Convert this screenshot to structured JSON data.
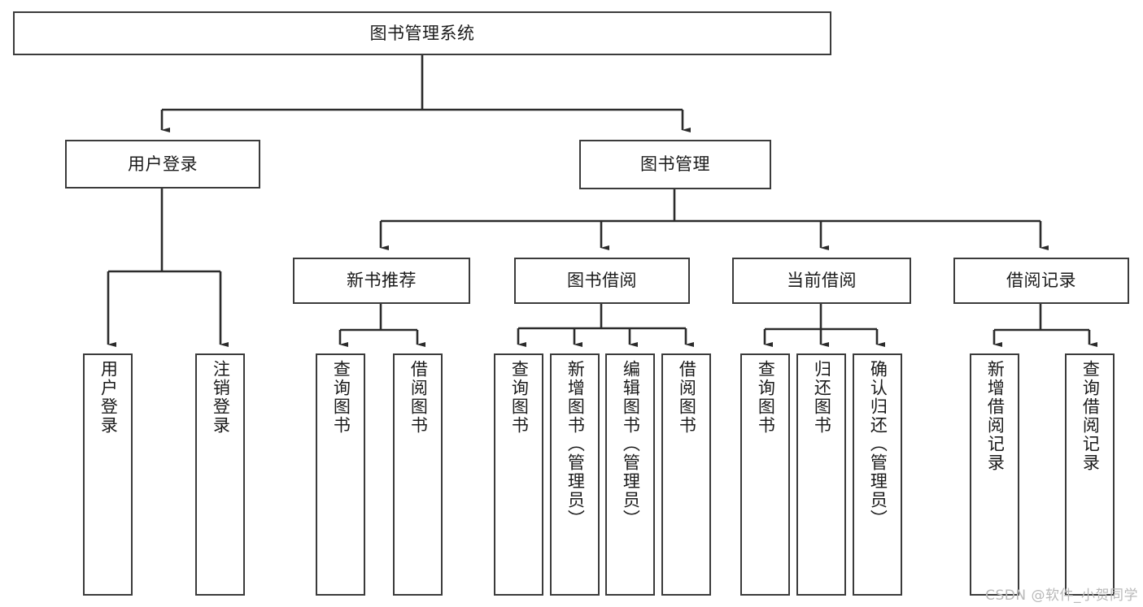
{
  "diagram": {
    "title": "图书管理系统",
    "type": "tree-hierarchy",
    "orientation": "top-down",
    "colors": {
      "box_border": "#3b3b3b",
      "box_fill": "#ffffff",
      "connector": "#2b2b2b",
      "text": "#1a1a1a",
      "watermark": "#b9b9b9"
    },
    "root": {
      "label": "图书管理系统"
    },
    "level1": [
      {
        "label": "用户登录"
      },
      {
        "label": "图书管理"
      }
    ],
    "level2": [
      {
        "label": "新书推荐"
      },
      {
        "label": "图书借阅"
      },
      {
        "label": "当前借阅"
      },
      {
        "label": "借阅记录"
      }
    ],
    "leaves": {
      "user_login": [
        {
          "label": "用户登录"
        },
        {
          "label": "注销登录"
        }
      ],
      "new_book_recommend": [
        {
          "label": "查询图书"
        },
        {
          "label": "借阅图书"
        }
      ],
      "book_borrow": [
        {
          "label": "查询图书"
        },
        {
          "label": "新增图书（管理员）"
        },
        {
          "label": "编辑图书（管理员）"
        },
        {
          "label": "借阅图书"
        }
      ],
      "current_borrow": [
        {
          "label": "查询图书"
        },
        {
          "label": "归还图书"
        },
        {
          "label": "确认归还（管理员）"
        }
      ],
      "borrow_record": [
        {
          "label": "新增借阅记录"
        },
        {
          "label": "查询借阅记录"
        }
      ]
    }
  },
  "watermark": {
    "text": "CSDN @软件_小贺同学"
  }
}
